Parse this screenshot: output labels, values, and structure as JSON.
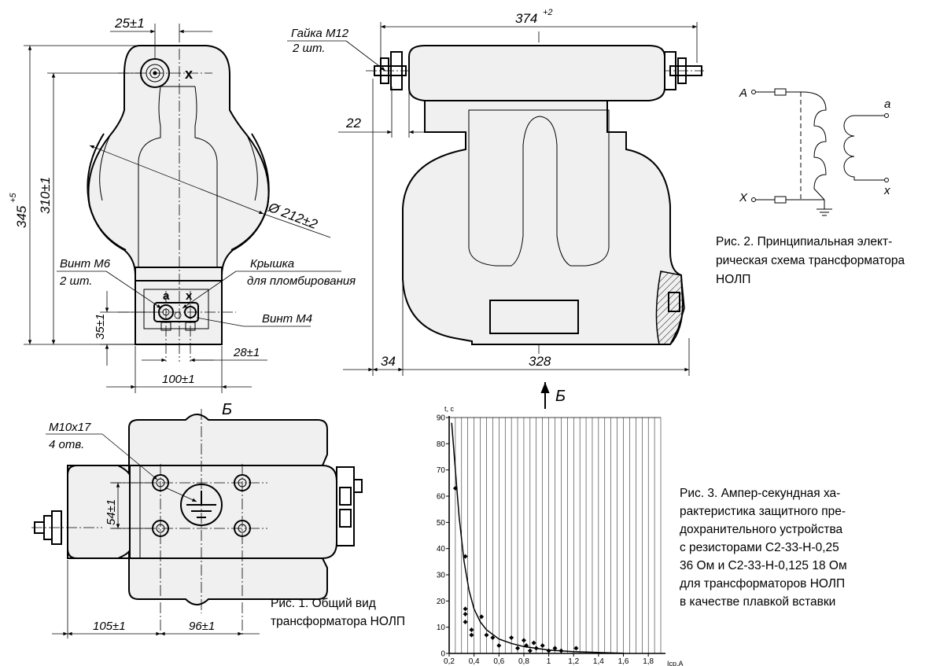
{
  "view1": {
    "dim_top": "25±1",
    "dim_total_h": "345",
    "dim_total_h_tol": "+5",
    "dim_h": "310±1",
    "dim_diam": "Ø 212±2",
    "terminal_x_top": "x",
    "terminal_a": "a",
    "terminal_x": "x",
    "screw_m6_l1": "Винт М6",
    "screw_m6_l2": "2 шт.",
    "cover_l1": "Крышка",
    "cover_l2": "для пломбирования",
    "screw_m4": "Винт М4",
    "dim_35": "35±1",
    "dim_28": "28±1",
    "dim_100": "100±1"
  },
  "view2": {
    "nut_l1": "Гайка М12",
    "nut_l2": "2 шт.",
    "dim_374": "374",
    "dim_374_tol": "+2",
    "dim_22": "22",
    "dim_34": "34",
    "dim_328": "328",
    "view_arrow": "Б"
  },
  "view3": {
    "title": "Б",
    "holes_l1": "М10х17",
    "holes_l2": "4 отв.",
    "dim_54": "54±1",
    "dim_105": "105±1",
    "dim_96": "96±1"
  },
  "schematic": {
    "label_A": "А",
    "label_X": "Х",
    "label_a": "а",
    "label_x": "х"
  },
  "captions": {
    "fig1": [
      "Рис. 1. Общий вид",
      "трансформатора НОЛП"
    ],
    "fig2": [
      "Рис. 2. Принципиальная элект-",
      "рическая схема трансформатора",
      "НОЛП"
    ],
    "fig3": [
      "Рис. 3. Ампер-секундная ха-",
      "рактеристика защитного пре-",
      "дохранительного устройства",
      "с резисторами С2-33-Н-0,25",
      "36 Ом и С2-33-Н-0,125 18 Ом",
      "для трансформаторов НОЛП",
      "в качестве плавкой вставки"
    ]
  },
  "chart_data": {
    "type": "scatter",
    "title": "",
    "xlabel": "Iср,А",
    "ylabel": "t, с",
    "xlim": [
      0.2,
      1.9
    ],
    "ylim": [
      0,
      90
    ],
    "x_ticks": [
      "0,2",
      "0,4",
      "0,6",
      "0,8",
      "1",
      "1,2",
      "1,4",
      "1,6",
      "1,8"
    ],
    "y_ticks": [
      "0",
      "10",
      "20",
      "30",
      "40",
      "50",
      "60",
      "70",
      "80",
      "90"
    ],
    "grid": "vertical",
    "points": [
      {
        "x": 0.25,
        "y": 63
      },
      {
        "x": 0.33,
        "y": 37
      },
      {
        "x": 0.33,
        "y": 17
      },
      {
        "x": 0.33,
        "y": 15
      },
      {
        "x": 0.33,
        "y": 12
      },
      {
        "x": 0.38,
        "y": 9
      },
      {
        "x": 0.38,
        "y": 7
      },
      {
        "x": 0.46,
        "y": 14
      },
      {
        "x": 0.5,
        "y": 7
      },
      {
        "x": 0.55,
        "y": 6
      },
      {
        "x": 0.6,
        "y": 3
      },
      {
        "x": 0.7,
        "y": 6
      },
      {
        "x": 0.75,
        "y": 2
      },
      {
        "x": 0.8,
        "y": 5
      },
      {
        "x": 0.82,
        "y": 3
      },
      {
        "x": 0.85,
        "y": 1
      },
      {
        "x": 0.88,
        "y": 4
      },
      {
        "x": 0.9,
        "y": 2
      },
      {
        "x": 0.95,
        "y": 3
      },
      {
        "x": 1.0,
        "y": 1
      },
      {
        "x": 1.05,
        "y": 2
      },
      {
        "x": 1.1,
        "y": 1
      },
      {
        "x": 1.22,
        "y": 2
      }
    ],
    "curve": [
      {
        "x": 0.22,
        "y": 88
      },
      {
        "x": 0.25,
        "y": 70
      },
      {
        "x": 0.28,
        "y": 52
      },
      {
        "x": 0.32,
        "y": 35
      },
      {
        "x": 0.36,
        "y": 24
      },
      {
        "x": 0.4,
        "y": 17
      },
      {
        "x": 0.45,
        "y": 12
      },
      {
        "x": 0.5,
        "y": 9
      },
      {
        "x": 0.6,
        "y": 5.5
      },
      {
        "x": 0.7,
        "y": 3.8
      },
      {
        "x": 0.8,
        "y": 2.6
      },
      {
        "x": 1.0,
        "y": 1.3
      },
      {
        "x": 1.2,
        "y": 0.7
      },
      {
        "x": 1.4,
        "y": 0.35
      },
      {
        "x": 1.6,
        "y": 0.1
      }
    ]
  }
}
